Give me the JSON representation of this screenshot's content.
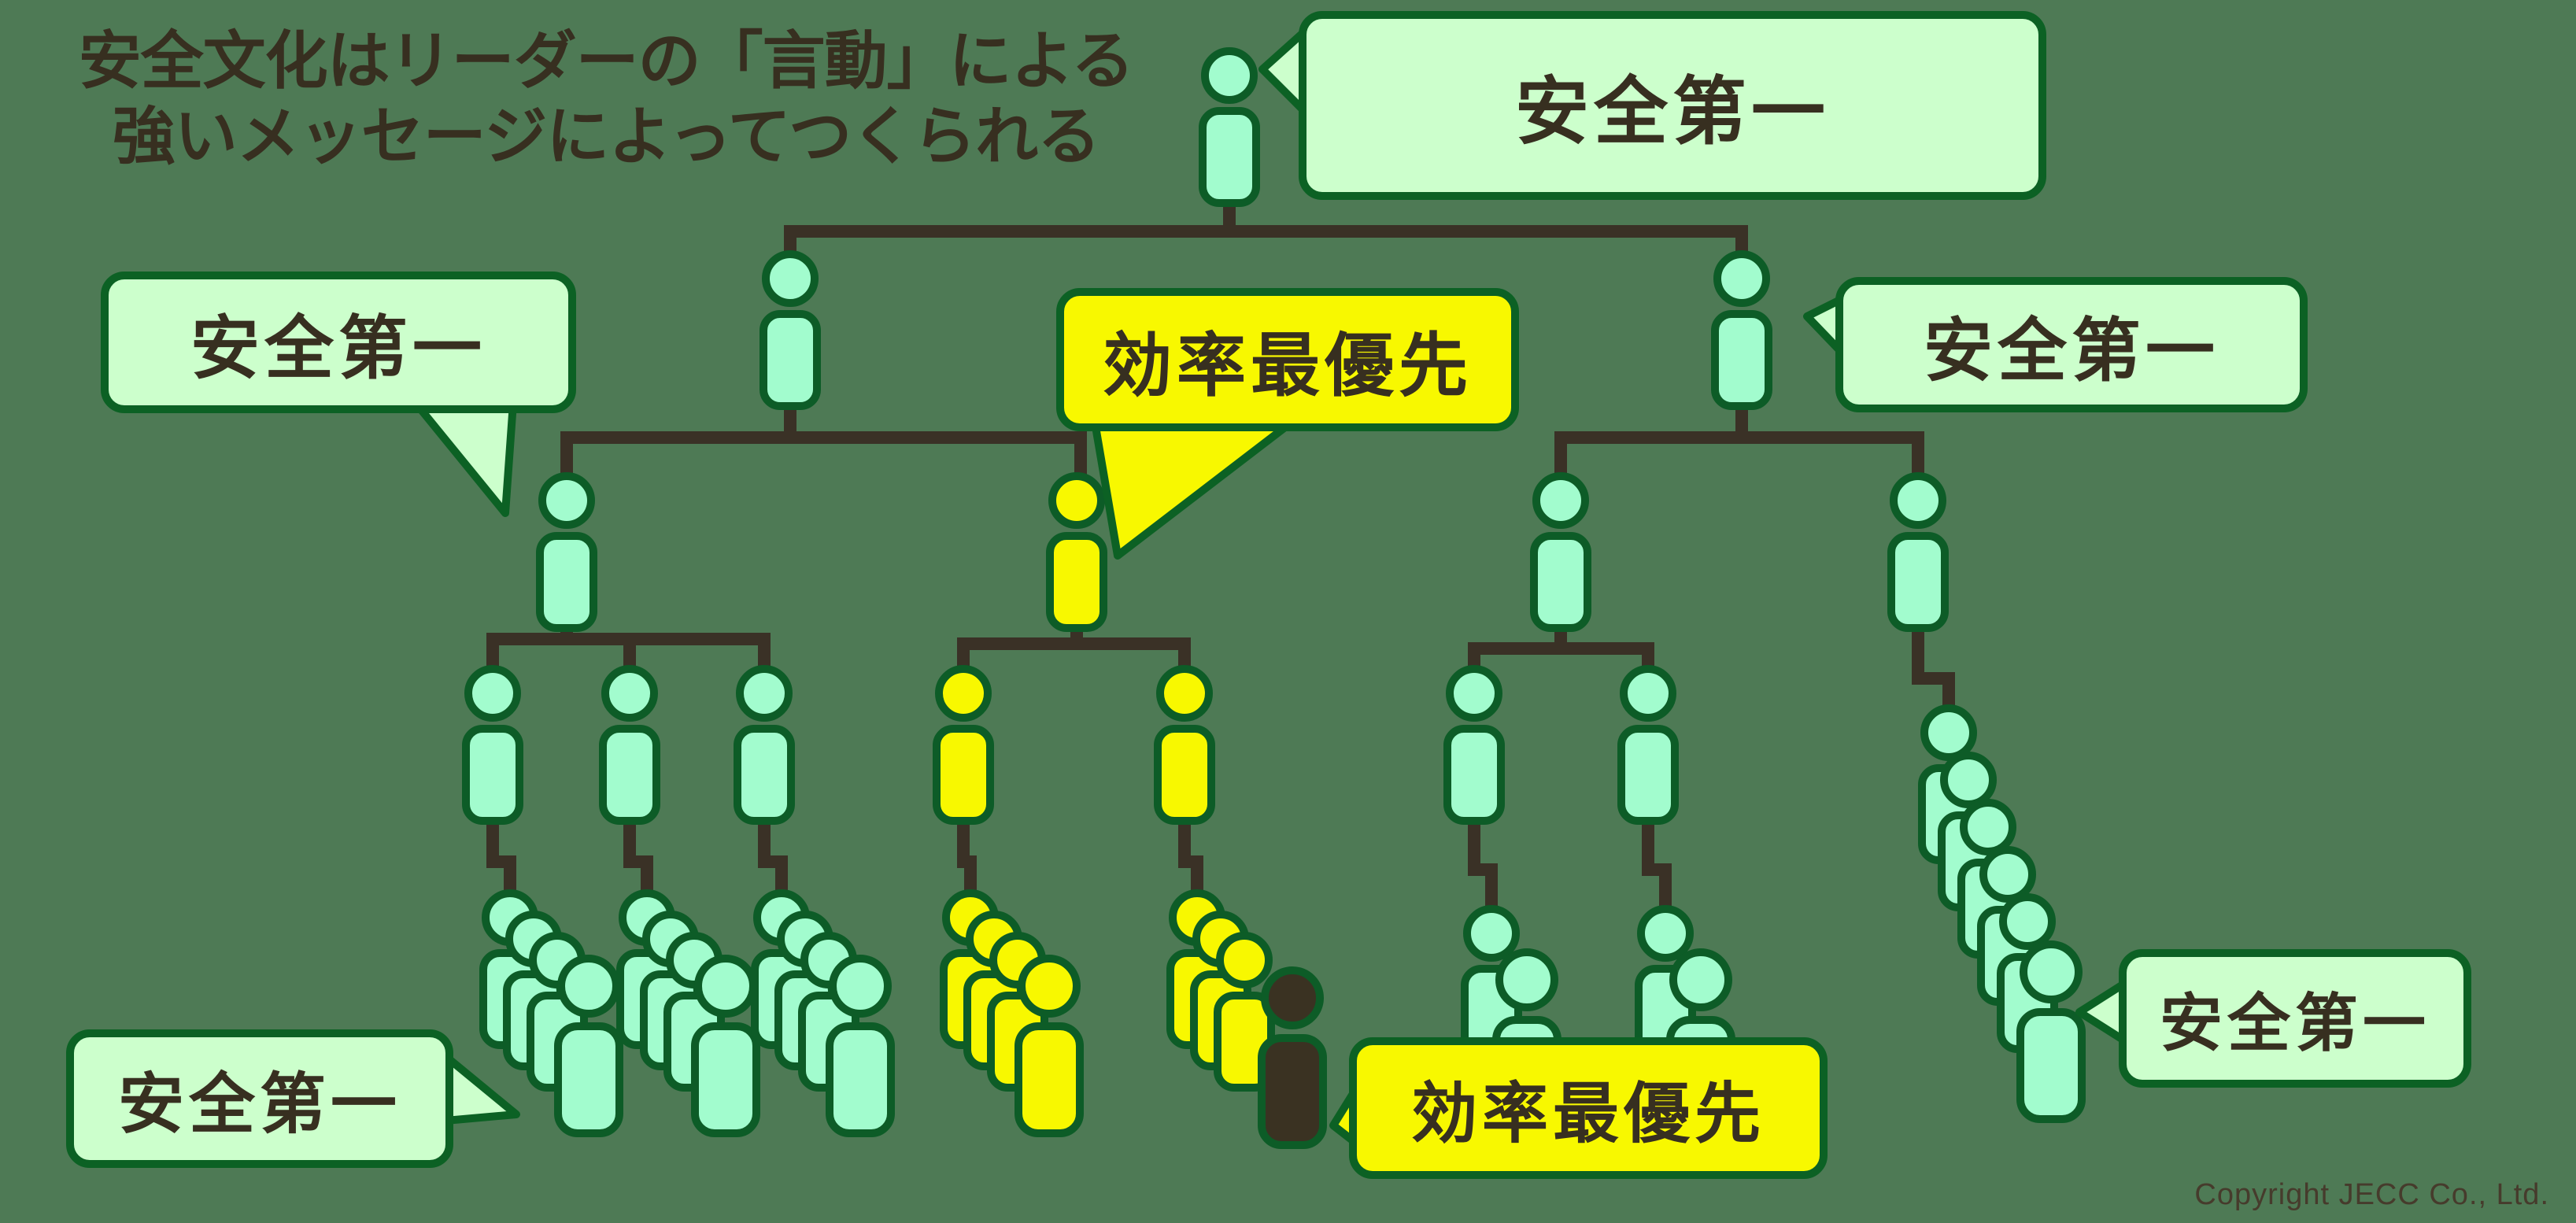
{
  "header": {
    "title_line1": "安全文化はリーダーの「言動」による",
    "title_line2": "強いメッセージによってつくられる"
  },
  "bubbles": {
    "top": "安全第一",
    "mid_left": "安全第一",
    "mid_center": "効率最優先",
    "mid_right": "安全第一",
    "bottom_left": "安全第一",
    "bottom_center": "効率最優先",
    "bottom_right": "安全第一"
  },
  "footer": {
    "copyright": "Copyright JECC Co., Ltd."
  },
  "colors": {
    "background": "#4e7a55",
    "person_fill": "#a2fcce",
    "person_outline": "#0d5c27",
    "yellow_fill": "#f8f800",
    "black_fill": "#3a3222",
    "bubble_green_fill": "#ccffcc",
    "bubble_border": "#0c6124",
    "connector": "#3a3126",
    "text_dark": "#372f20"
  }
}
